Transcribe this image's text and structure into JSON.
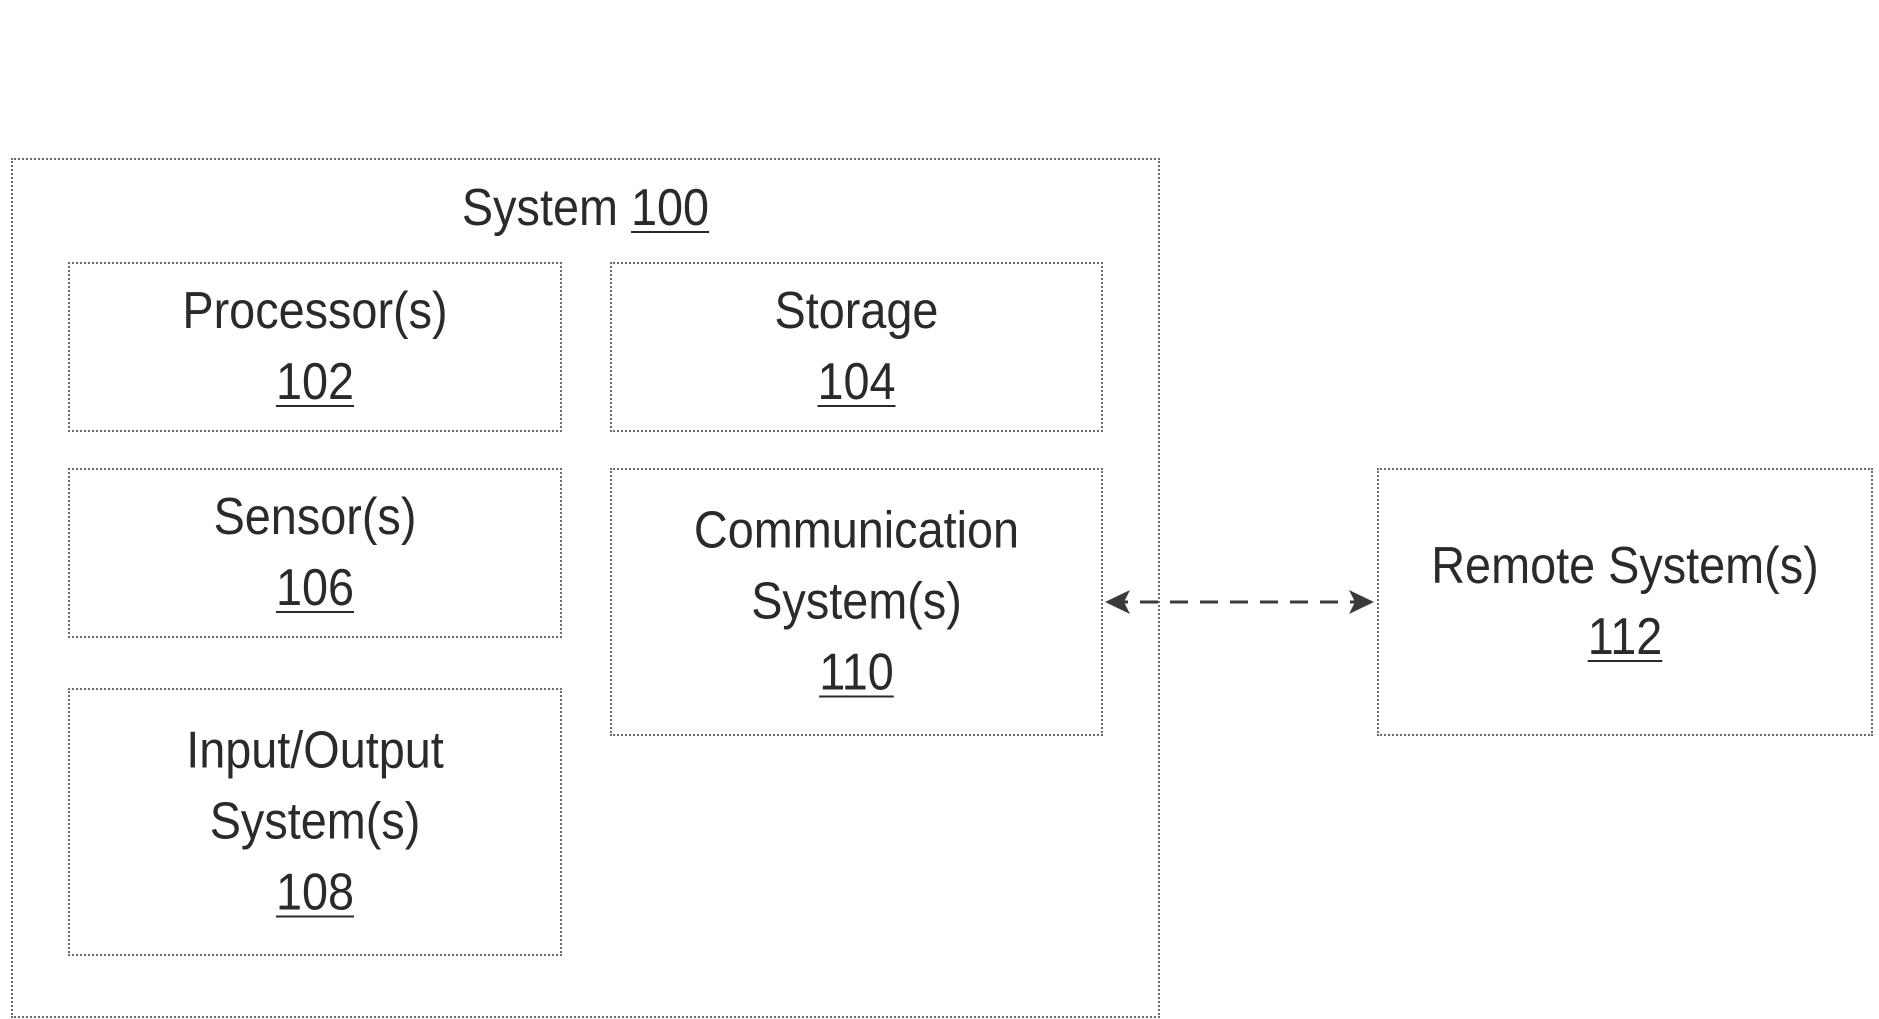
{
  "system": {
    "title": "System",
    "ref": "100"
  },
  "blocks": {
    "processors": {
      "lines": [
        "Processor(s)"
      ],
      "ref": "102"
    },
    "storage": {
      "lines": [
        "Storage"
      ],
      "ref": "104"
    },
    "sensors": {
      "lines": [
        "Sensor(s)"
      ],
      "ref": "106"
    },
    "io": {
      "lines": [
        "Input/Output",
        "System(s)"
      ],
      "ref": "108"
    },
    "communication": {
      "lines": [
        "Communication",
        "System(s)"
      ],
      "ref": "110"
    },
    "remote": {
      "lines": [
        "Remote System(s)"
      ],
      "ref": "112"
    }
  },
  "connector": {
    "from": "communication",
    "to": "remote",
    "style": "dashed",
    "direction": "bidirectional"
  }
}
